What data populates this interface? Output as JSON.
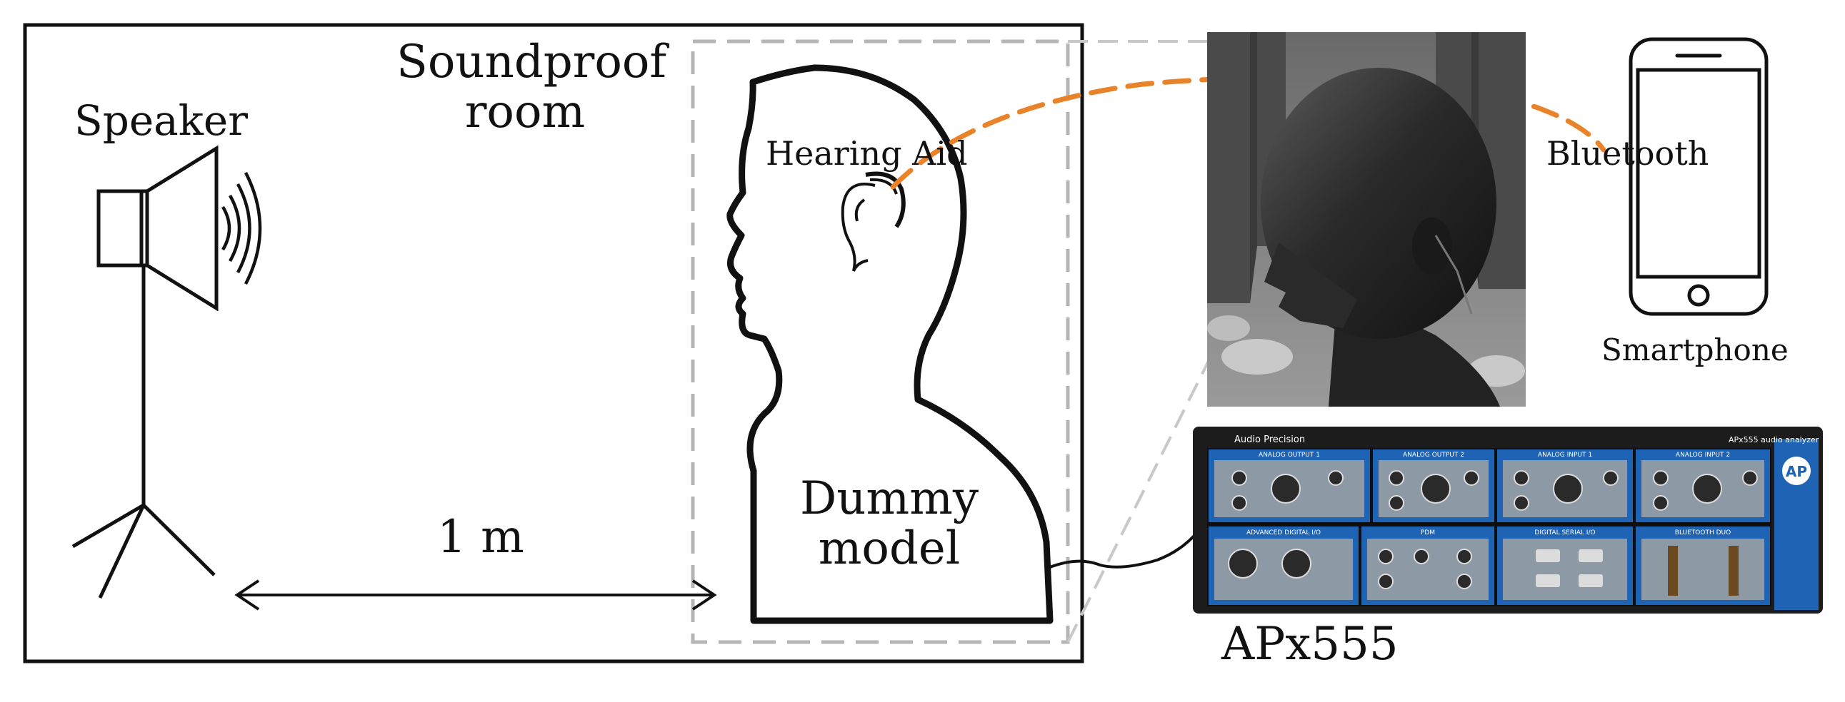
{
  "labels": {
    "speaker": "Speaker",
    "room_line1": "Soundproof",
    "room_line2": "room",
    "hearing_aid": "Hearing Aid",
    "distance": "1 m",
    "dummy_line1": "Dummy",
    "dummy_line2": "model",
    "bluetooth": "Bluetooth",
    "smartphone": "Smartphone",
    "analyzer": "APx555"
  },
  "device": {
    "brand": "Audio Precision",
    "model_badge": "APx555 audio analyzer",
    "logo": "AP",
    "panels_top": [
      "ANALOG OUTPUT 1",
      "ANALOG OUTPUT 2",
      "ANALOG INPUT 1",
      "ANALOG INPUT 2"
    ],
    "panels_bottom": [
      "ADVANCED DIGITAL I/O",
      "PDM",
      "DIGITAL SERIAL I/O",
      "BLUETOOTH DUO"
    ]
  },
  "colors": {
    "bluetooth_link": "#e8832a",
    "device_panel": "#1e63b4",
    "device_body": "#1c1c1c",
    "outline": "#111111",
    "dashed_box": "#b5b5b5"
  },
  "icons": [
    "speaker-icon",
    "sound-waves-icon",
    "tripod-icon",
    "head-silhouette-icon",
    "ear-icon",
    "smartphone-icon",
    "double-arrow-icon"
  ]
}
